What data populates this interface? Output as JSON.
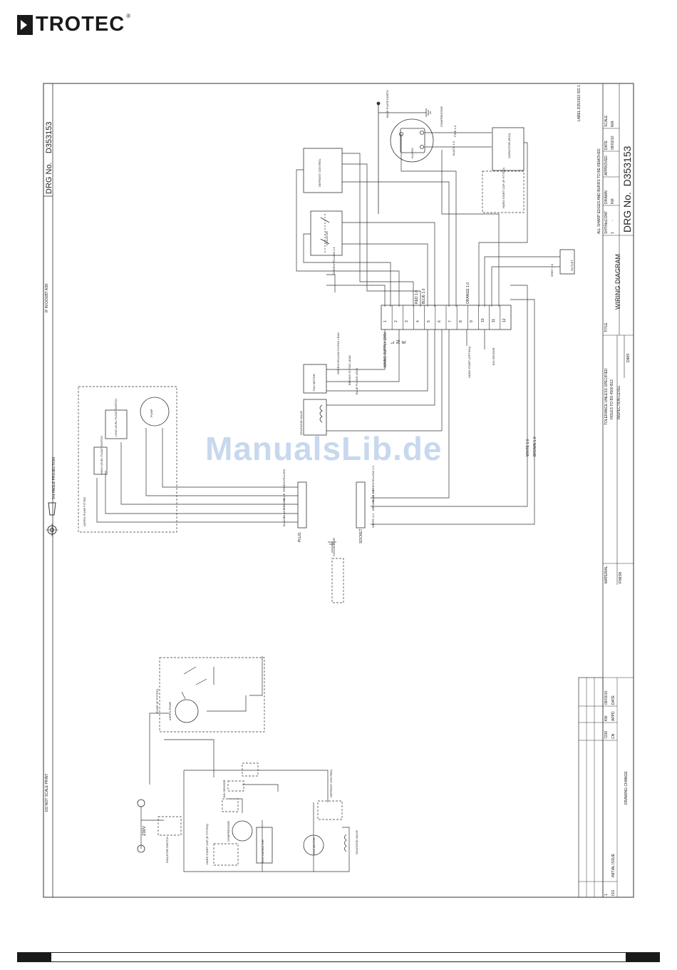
{
  "brand": {
    "name": "TROTEC",
    "reg": "®"
  },
  "watermark": "ManualsLib.de",
  "sheet": {
    "drg_no_label": "DRG No.",
    "drg_no": "D353153",
    "if_in_doubt": "IF IN DOUBT ASK",
    "do_not_scale": "DO NOT SCALE PRINT",
    "projection": "3rd ANGLE PROJECTION",
    "label_note": "LABEL D353153 ISS 1"
  },
  "title_block": {
    "title_label": "TITLE",
    "title": "WIRING DIAGRAM",
    "edges_note": "ALL SHARP EDGES AND BURRS TO BE REMOVED",
    "headers": [
      "SHT/No.",
      "CONT",
      "DRAWN",
      "APPROVED",
      "DATE",
      "SCALE"
    ],
    "values": [
      "1",
      "-",
      "KM",
      "",
      "09/03/10",
      "N/A"
    ],
    "tolerance": "TOLERANCE UNLESS SPECIFIED",
    "holes": "HOLES TO BS 4500 B12",
    "inspection": "INSPECTION LEVEL",
    "dims": "DIMS",
    "material": "MATERIAL",
    "finish": "FINISH",
    "change_header": "DRAWING CHANGE",
    "change_cols": [
      "ISS",
      "INITIAL ISSUE",
      "CN",
      "APPD",
      "DATE"
    ],
    "change_row": [
      "1",
      "",
      "7236",
      "KM",
      "09/03/10"
    ]
  },
  "diagram": {
    "base_plate": "BASE PLATE EARTH",
    "compressor": "COMPRESSOR",
    "comp_pins": [
      "C",
      "S",
      "R"
    ],
    "overload": "KLIXON",
    "capacitor": "CAPACITOR (RUN)",
    "hard_start": "HARD START CAP (IF FITTED)",
    "defrost": "DEFROST CONTROL",
    "isolator": "ISOLATOR",
    "fan_motor": "FAN MOTOR",
    "solenoid": "SOLENOID VALVE",
    "mains_supply": "MAINS SUPPLY 230V",
    "mains_lines": [
      "L",
      "N",
      "E"
    ],
    "terminals": [
      "1",
      "2",
      "3",
      "4",
      "5",
      "6",
      "7",
      "8",
      "9",
      "10",
      "11",
      "12"
    ],
    "bin_sensor": "BIN SENSOR",
    "hard_start_option": "HARD START (OPTION)",
    "pump_label": "PUMP",
    "low_level": "LOW LEVEL FLOAT SWITCH",
    "high_level": "HIGH LEVEL FLOAT SWITCH",
    "wipe_pump": "ASPEN PUMP FITTED",
    "plug": "PLUG",
    "socket": "SOCKET",
    "lead_green": "GREEN/YELLOW FLYING LEAD",
    "lead_brown": "BROWN FLYING LEAD",
    "lead_blue": "BLUE FLYING LEAD",
    "wire_labels": [
      "BLUE 1.0",
      "BROWN 1.0",
      "WHITE 1.0",
      "RED 1.0",
      "ORANGE 1.0",
      "BLACK 1.0",
      "GREY 1.0",
      "GREEN/YELLOW 1.5",
      "PINK 1.0"
    ],
    "plug_wires": [
      "GREEN/YELLOW",
      "BLUE",
      "BROWN",
      "BLACK",
      "BLACK"
    ],
    "socket_wires": [
      "GREEN/YELLOW 1.0",
      "BLUE 1.0",
      "BROWN 1.0",
      "WHITE 1.0"
    ],
    "outlet": "OUTLET",
    "connector": "CONNECTOR",
    "schematic_voltage": "230V",
    "schematic_labels": [
      "ISOLATOR SWITCH",
      "DEFROST CONTROL",
      "COMPRESSOR",
      "FAN MOTOR",
      "SOLENOID VALVE",
      "HARD START CAP (IF FITTED)",
      "RUN CAPACITOR",
      "BIN SENSOR",
      "ASPEN PUMP",
      "PUMP (IF FITTED)"
    ]
  }
}
